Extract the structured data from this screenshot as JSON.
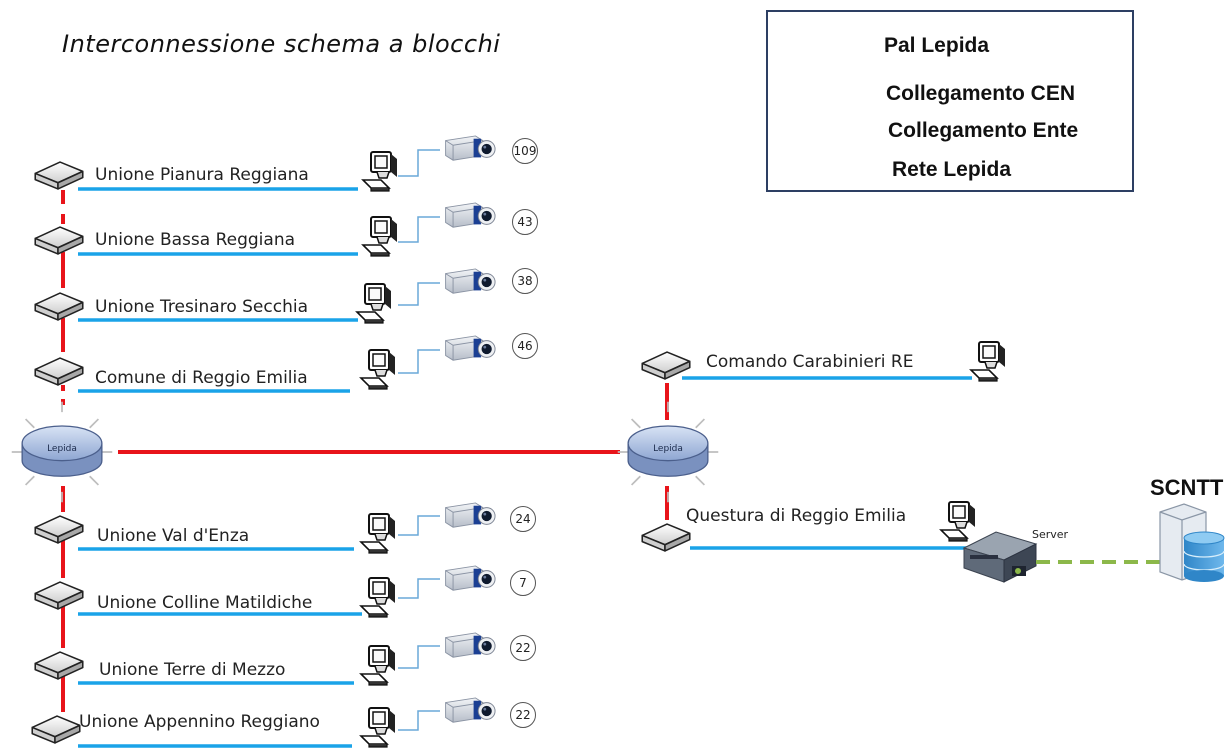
{
  "title": "Interconnessione schema a blocchi",
  "legend": {
    "pal_lepida": "Pal Lepida",
    "cen": "Collegamento CEN",
    "ente": "Collegamento Ente",
    "rete": "Rete Lepida"
  },
  "colors": {
    "rete_lepida": "#e8141a",
    "collegamento_ente": "#1aa3e8",
    "collegamento_cen": "#8cb84a",
    "router_fill": "#a9bde0"
  },
  "hubs": {
    "left": "Lepida",
    "right": "Lepida"
  },
  "entities": [
    {
      "name": "Unione Pianura Reggiana",
      "cameras": "109"
    },
    {
      "name": "Unione Bassa Reggiana",
      "cameras": "43"
    },
    {
      "name": "Unione Tresinaro Secchia",
      "cameras": "38"
    },
    {
      "name": "Comune di Reggio Emilia",
      "cameras": "46"
    },
    {
      "name": "Unione Val d'Enza",
      "cameras": "24"
    },
    {
      "name": "Unione Colline Matildiche",
      "cameras": "7"
    },
    {
      "name": "Unione Terre di Mezzo",
      "cameras": "22"
    },
    {
      "name": "Unione Appennino Reggiano",
      "cameras": "22"
    }
  ],
  "right_nodes": {
    "carabinieri": "Comando Carabinieri RE",
    "questura": "Questura di Reggio Emilia",
    "server": "Server",
    "scntt": "SCNTT"
  }
}
